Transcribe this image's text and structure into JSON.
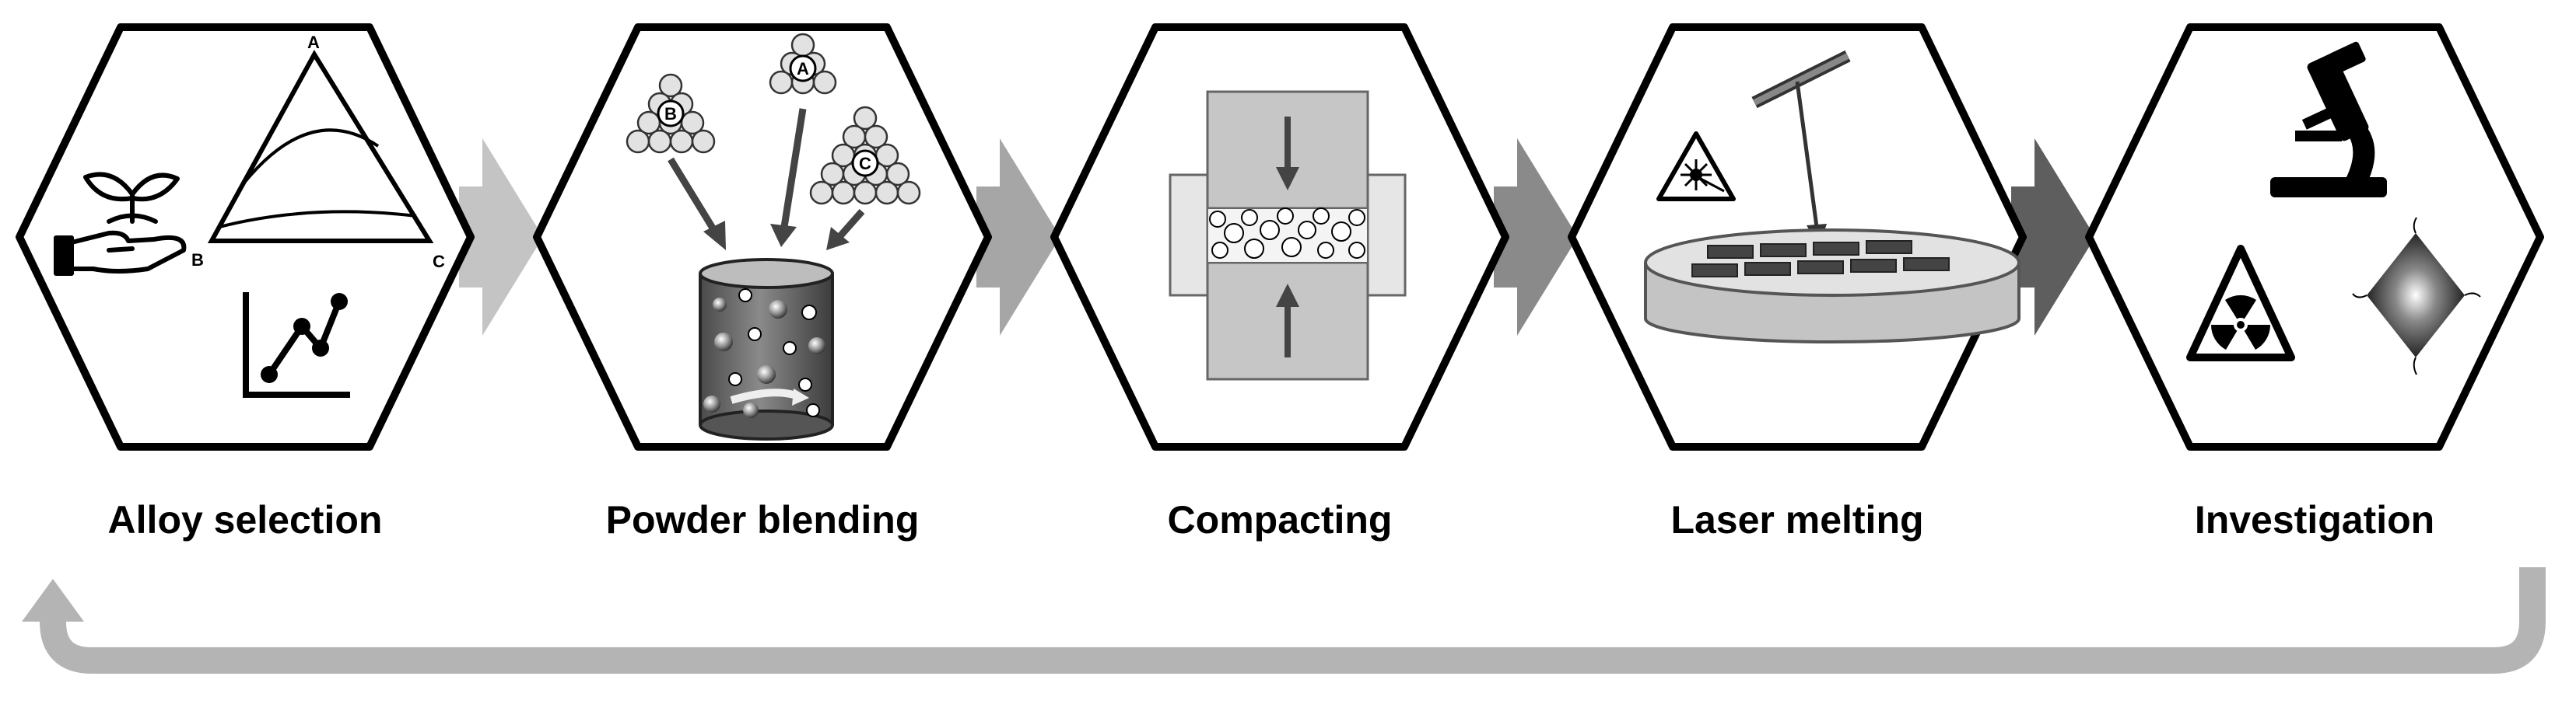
{
  "steps": [
    {
      "label": "Alloy selection"
    },
    {
      "label": "Powder blending"
    },
    {
      "label": "Compacting"
    },
    {
      "label": "Laser melting"
    },
    {
      "label": "Investigation"
    }
  ],
  "ternary_vertices": {
    "top": "A",
    "left": "B",
    "right": "C"
  },
  "powder_piles": {
    "a": "A",
    "b": "B",
    "c": "C"
  },
  "colors": {
    "arrow_1": "#c4c4c4",
    "arrow_2": "#a6a6a6",
    "arrow_3": "#8a8a8a",
    "arrow_4": "#5e5e5e",
    "loop": "#b4b4b4"
  }
}
